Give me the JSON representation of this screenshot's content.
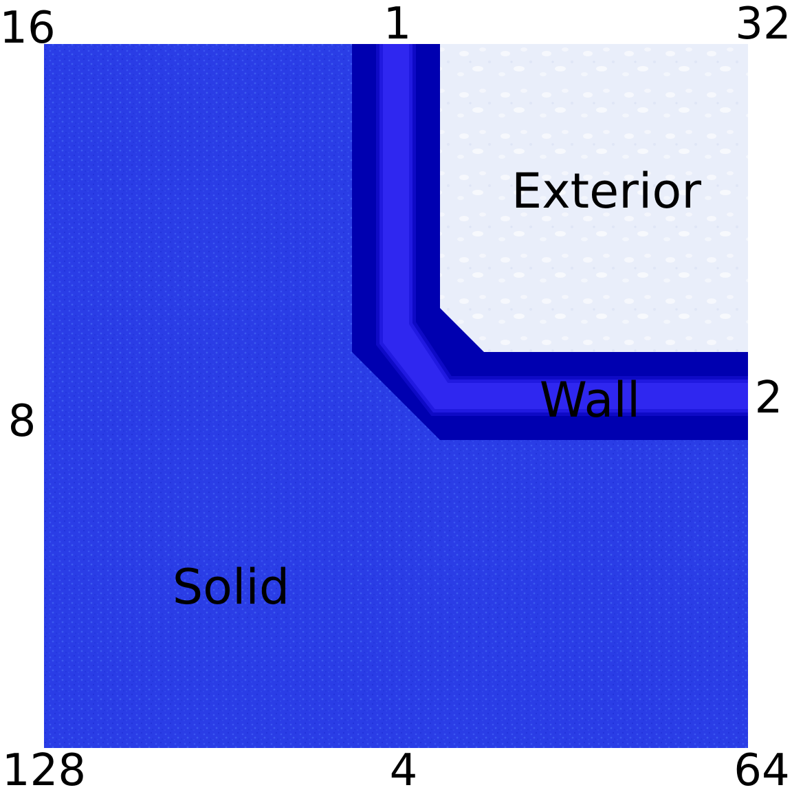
{
  "corner_values": {
    "top_left": "16",
    "top_middle": "1",
    "top_right": "32",
    "middle_left": "8",
    "middle_right": "2",
    "bottom_left": "128",
    "bottom_middle": "4",
    "bottom_right": "64"
  },
  "regions": {
    "exterior": "Exterior",
    "wall": "Wall",
    "solid": "Solid"
  },
  "colors": {
    "solid_fill": "#2a3de6",
    "wall_dark": "#0000b0",
    "wall_light": "#2f27f0",
    "exterior_fill": "#e9eefa",
    "label": "#000000"
  }
}
